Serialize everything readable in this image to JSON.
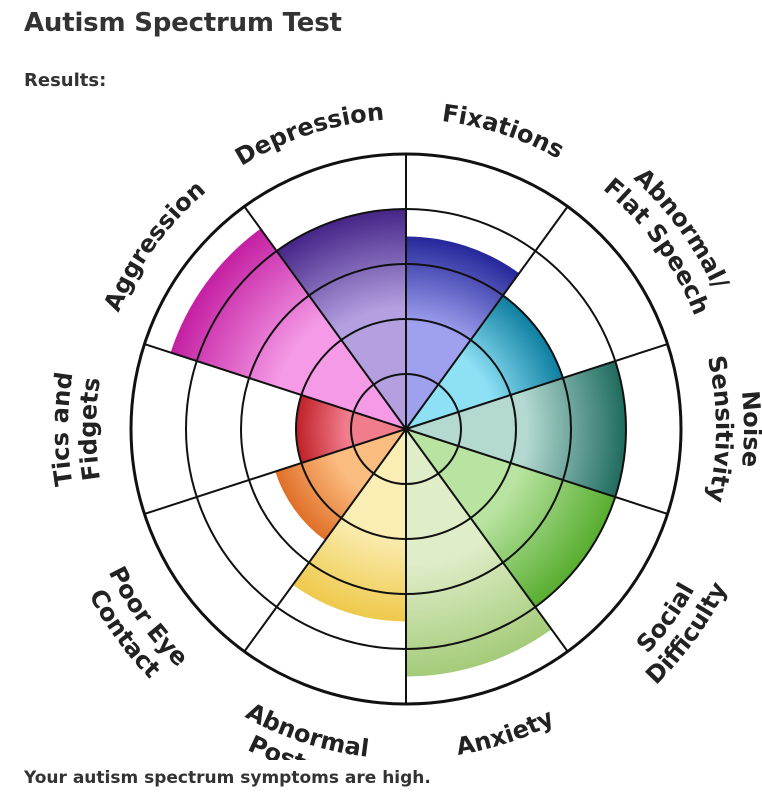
{
  "page": {
    "title": "Autism Spectrum Test",
    "results_label": "Results:",
    "summary": "Your autism spectrum symptoms are high."
  },
  "chart_data": {
    "type": "radial-bar",
    "title": "",
    "max_level": 5,
    "categories": [
      {
        "label": "Fixations",
        "lines": [
          "Fixations"
        ],
        "value": 3.5,
        "color_light": "#9fa0ee",
        "color_dark": "#25279a"
      },
      {
        "label": "Abnormal/ Flat Speech",
        "lines": [
          "Abnormal/",
          "Flat Speech"
        ],
        "value": 3.0,
        "color_light": "#8ee0f5",
        "color_dark": "#0e7ea0"
      },
      {
        "label": "Noise Sensitivity",
        "lines": [
          "Noise",
          "Sensitivity"
        ],
        "value": 4.0,
        "color_light": "#b3d9d1",
        "color_dark": "#1f6b5e"
      },
      {
        "label": "Social Difficulty",
        "lines": [
          "Social",
          "Difficulty"
        ],
        "value": 4.0,
        "color_light": "#b8e3a0",
        "color_dark": "#57ad2f"
      },
      {
        "label": "Anxiety",
        "lines": [
          "Anxiety"
        ],
        "value": 4.5,
        "color_light": "#dfedc8",
        "color_dark": "#a4cb79"
      },
      {
        "label": "Abnormal Posture",
        "lines": [
          "Abnormal",
          "Posture"
        ],
        "value": 3.5,
        "color_light": "#faeeb4",
        "color_dark": "#eec94b"
      },
      {
        "label": "Poor Eye Contact",
        "lines": [
          "Poor Eye",
          "Contact"
        ],
        "value": 2.5,
        "color_light": "#fbbc80",
        "color_dark": "#e06f28"
      },
      {
        "label": "Tics and Fidgets",
        "lines": [
          "Tics and",
          "Fidgets"
        ],
        "value": 2.0,
        "color_light": "#f07c8c",
        "color_dark": "#c02027"
      },
      {
        "label": "Aggression",
        "lines": [
          "Aggression"
        ],
        "value": 4.5,
        "color_light": "#f49ae6",
        "color_dark": "#c41fa2"
      },
      {
        "label": "Depression",
        "lines": [
          "Depression"
        ],
        "value": 4.0,
        "color_light": "#b4a0e0",
        "color_dark": "#452587"
      }
    ],
    "grid": true,
    "legend": "none"
  }
}
